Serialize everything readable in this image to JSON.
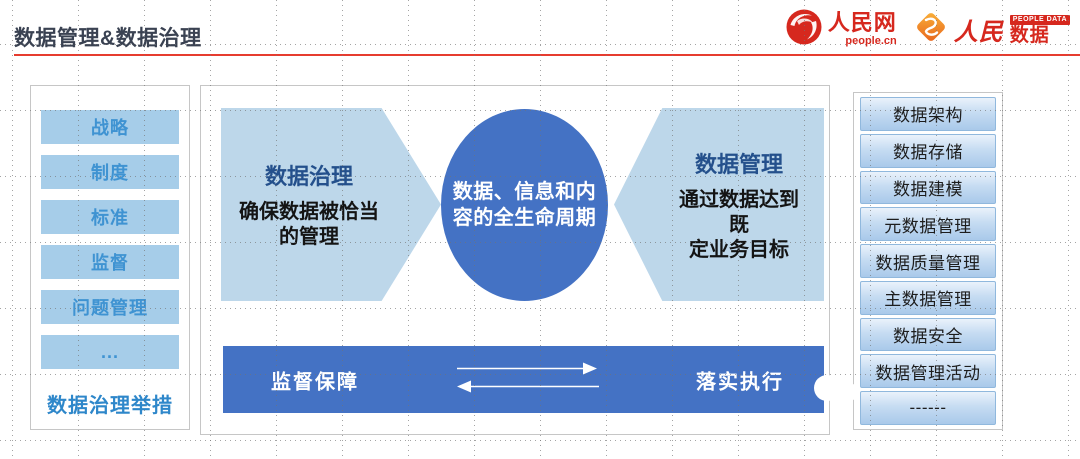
{
  "header": {
    "title": "数据管理&数据治理",
    "logos": {
      "people_cn": {
        "name": "人民网",
        "domain": "people.cn"
      },
      "people_data": {
        "brand": "人民",
        "product": "数据",
        "badge": "PEOPLE DATA"
      }
    }
  },
  "governance_panel": {
    "items": [
      "战略",
      "制度",
      "标准",
      "监督",
      "问题管理",
      "..."
    ],
    "caption": "数据治理举措"
  },
  "diagram": {
    "left_arrow": {
      "title": "数据治理",
      "lines": [
        "确保数据被恰当",
        "的管理"
      ]
    },
    "circle": {
      "lines": [
        "数据、信息和内",
        "容的全生命周期"
      ]
    },
    "right_arrow": {
      "title": "数据管理",
      "lines": [
        "通过数据达到既",
        "定业务目标"
      ]
    },
    "bottom_bar": {
      "left": "监督保障",
      "right": "落实执行"
    }
  },
  "activities_panel": {
    "items": [
      "数据架构",
      "数据存储",
      "数据建模",
      "元数据管理",
      "数据质量管理",
      "主数据管理",
      "数据安全",
      "数据管理活动",
      "------"
    ]
  },
  "colors": {
    "primary_blue": "#4472c4",
    "arrow_light_blue": "#bdd7ea",
    "item_blue": "#a6cde9",
    "item_text_blue": "#3f93d2",
    "caption_blue": "#2e87ca",
    "arrow_title_navy": "#24508c",
    "title_dark": "#3a4252",
    "rule_red": "#e63c2f",
    "logo_red": "#d6281e",
    "box_border_blue": "#90b8dd"
  }
}
